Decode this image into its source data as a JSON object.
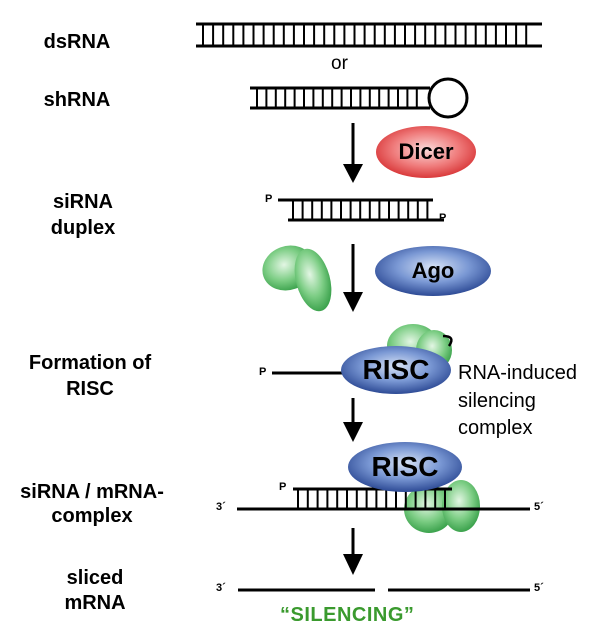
{
  "labels": {
    "dsrna": "dsRNA",
    "or": "or",
    "shrna": "shRNA",
    "sirna_duplex_1": "siRNA",
    "sirna_duplex_2": "duplex",
    "formation_1": "Formation of",
    "formation_2": "RISC",
    "sirna_mrna_1": "siRNA / mRNA-",
    "sirna_mrna_2": "complex",
    "sliced_1": "sliced",
    "sliced_2": "mRNA"
  },
  "proteins": {
    "dicer": "Dicer",
    "ago": "Ago",
    "risc": "RISC"
  },
  "annotation": [
    "RNA-induced",
    "silencing",
    "complex"
  ],
  "ends": {
    "p": "P",
    "three_prime": "3´",
    "five_prime": "5´"
  },
  "result": "“SILENCING”",
  "colors": {
    "dicer": "#e0393b",
    "ago": "#2d4f9e",
    "risc": "#2d4f9e",
    "green_protein": "#46b35a",
    "silencing": "#3a9a2e"
  }
}
